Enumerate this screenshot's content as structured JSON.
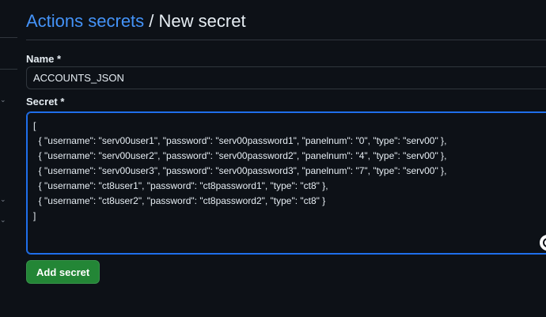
{
  "header": {
    "breadcrumb_link": "Actions secrets",
    "separator": "/",
    "current": "New secret"
  },
  "form": {
    "name_label": "Name *",
    "name_value": "ACCOUNTS_JSON",
    "secret_label": "Secret *",
    "secret_lines": [
      "[",
      "  { \"username\": \"serv00user1\", \"password\": \"serv00password1\", \"panelnum\": \"0\", \"type\": \"serv00\" },",
      "  { \"username\": \"serv00user2\", \"password\": \"serv00password2\", \"panelnum\": \"4\", \"type\": \"serv00\" },",
      "  { \"username\": \"serv00user3\", \"password\": \"serv00password3\", \"panelnum\": \"7\", \"type\": \"serv00\" },",
      "  { \"username\": \"ct8user1\", \"password\": \"ct8password1\", \"type\": \"ct8\" },",
      "  { \"username\": \"ct8user2\", \"password\": \"ct8password2\", \"type\": \"ct8\" }",
      "]"
    ],
    "submit_label": "Add secret"
  },
  "colors": {
    "background": "#0d1117",
    "link": "#4493f8",
    "border": "#30363d",
    "focus": "#1f6feb",
    "button": "#238636"
  }
}
